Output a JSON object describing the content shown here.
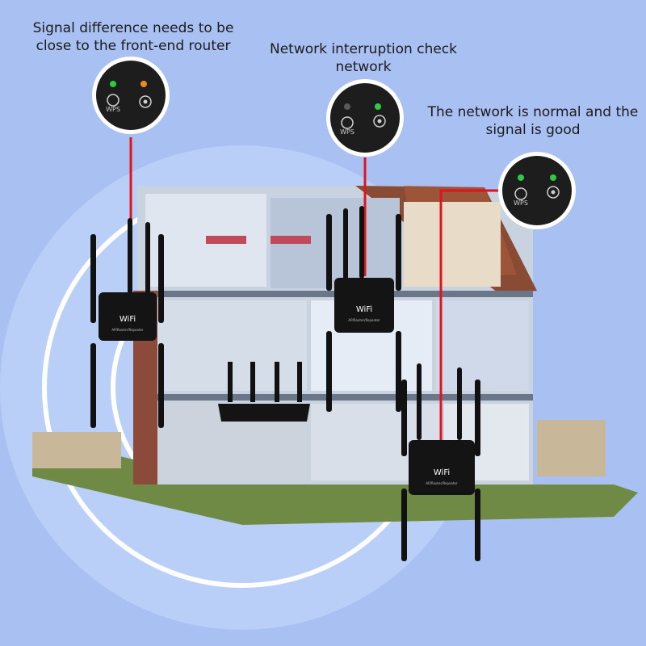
{
  "callouts": [
    {
      "line1": "Signal difference needs to be",
      "line2": "close to the front-end router",
      "led_wps": "#2ecc40",
      "led_signal": "#f08a24"
    },
    {
      "line1": "Network interruption check",
      "line2": "network",
      "led_wps": "#5a5a5a",
      "led_signal": "#2ecc40"
    },
    {
      "line1": "The network is normal and the",
      "line2": "signal is good",
      "led_wps": "#2ecc40",
      "led_signal": "#2ecc40"
    }
  ],
  "badge_label": "WPS",
  "device_label": "WiFi",
  "device_sublabel": "AP/Router/Repeater",
  "colors": {
    "background": "#a9c0f2",
    "leader": "#e0141e",
    "ring": "#ffffff",
    "device": "#111111"
  }
}
